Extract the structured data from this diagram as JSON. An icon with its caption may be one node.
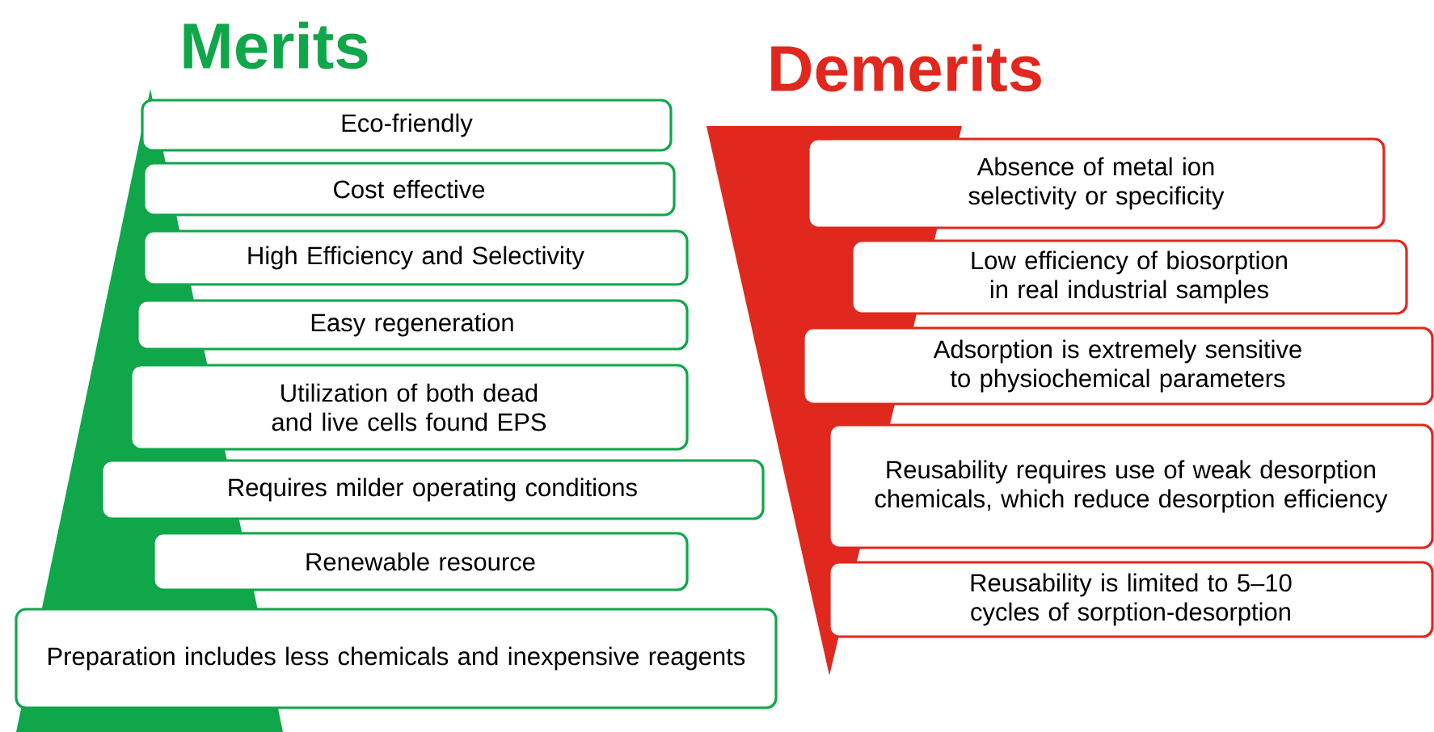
{
  "diagram": {
    "nodes": [
      {
        "text": [
          "Eco-friendly"
        ]
      },
      {
        "text": [
          "Cost effective"
        ]
      },
      {
        "text": [
          "High Efficiency and  Selectivity"
        ]
      },
      {
        "text": [
          "Easy regeneration"
        ]
      },
      {
        "text": [
          "Utilization of both dead and live cells found EPS"
        ]
      },
      {
        "text": [
          "Requires milder operating conditions"
        ]
      },
      {
        "text": [
          "Renewable  resource"
        ]
      },
      {
        "text": [
          "Preparation includes less chemicals and inexpensive reagents"
        ]
      },
      {
        "text": [
          "Absence of metal ion selectivity or specificity"
        ]
      },
      {
        "text": [
          "Low efficiency of biosorption in real industrial samples"
        ]
      },
      {
        "text": [
          "Adsorption is extremely sensitive to physiochemical parameters"
        ]
      },
      {
        "text": [
          "Reusability requires use of weak desorption chemicals, which reduce desorption efficiency"
        ]
      },
      {
        "text": [
          "Reusability is limited to 5–10 cycles of sorption-desorption"
        ]
      }
    ],
    "labels": [
      "Merits",
      "Demerits"
    ]
  }
}
